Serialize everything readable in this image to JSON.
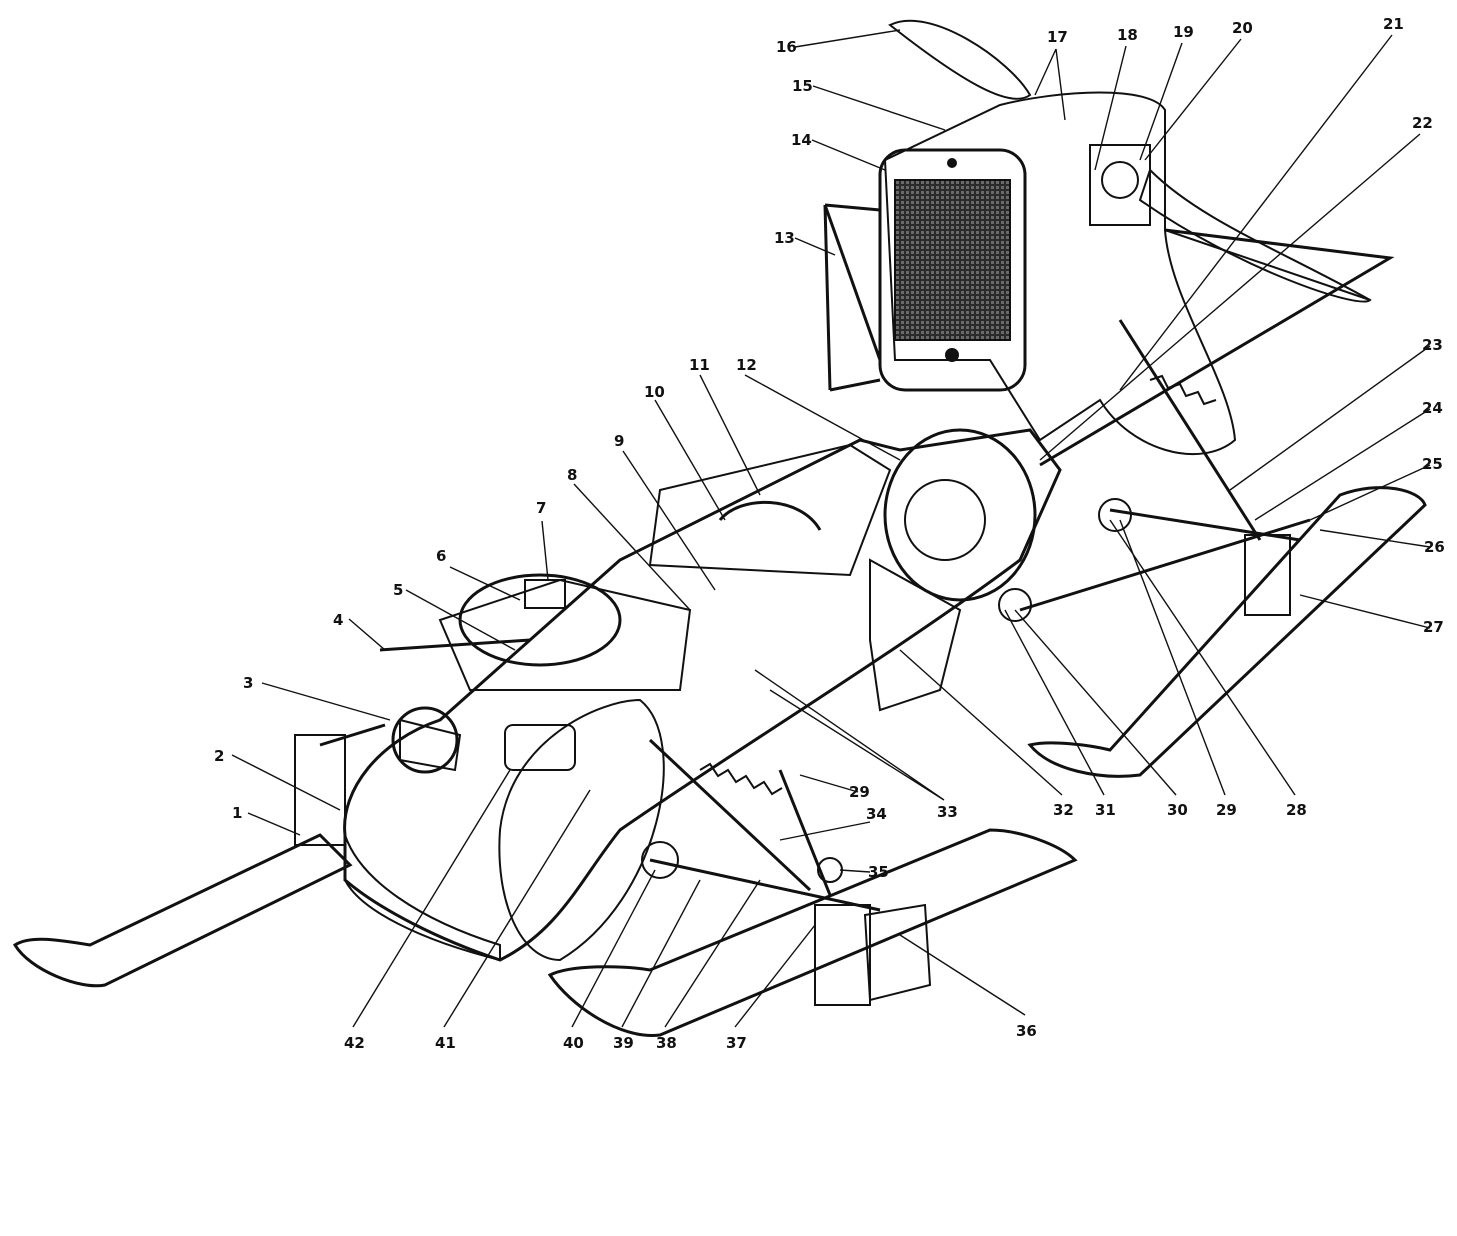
{
  "labels": [
    {
      "id": "1",
      "text": "1"
    },
    {
      "id": "2",
      "text": "2"
    },
    {
      "id": "3",
      "text": "3"
    },
    {
      "id": "4",
      "text": "4"
    },
    {
      "id": "5",
      "text": "5"
    },
    {
      "id": "6",
      "text": "6"
    },
    {
      "id": "7",
      "text": "7"
    },
    {
      "id": "8",
      "text": "8"
    },
    {
      "id": "9",
      "text": "9"
    },
    {
      "id": "10",
      "text": "10"
    },
    {
      "id": "11",
      "text": "11"
    },
    {
      "id": "12",
      "text": "12"
    },
    {
      "id": "13",
      "text": "13"
    },
    {
      "id": "14",
      "text": "14"
    },
    {
      "id": "15",
      "text": "15"
    },
    {
      "id": "16",
      "text": "16"
    },
    {
      "id": "17",
      "text": "17"
    },
    {
      "id": "18",
      "text": "18"
    },
    {
      "id": "19",
      "text": "19"
    },
    {
      "id": "20",
      "text": "20"
    },
    {
      "id": "21",
      "text": "21"
    },
    {
      "id": "22",
      "text": "22"
    },
    {
      "id": "23",
      "text": "23"
    },
    {
      "id": "24",
      "text": "24"
    },
    {
      "id": "25",
      "text": "25"
    },
    {
      "id": "26",
      "text": "26"
    },
    {
      "id": "27",
      "text": "27"
    },
    {
      "id": "28",
      "text": "28"
    },
    {
      "id": "29a",
      "text": "29"
    },
    {
      "id": "29b",
      "text": "29"
    },
    {
      "id": "30",
      "text": "30"
    },
    {
      "id": "31",
      "text": "31"
    },
    {
      "id": "32",
      "text": "32"
    },
    {
      "id": "33",
      "text": "33"
    },
    {
      "id": "34",
      "text": "34"
    },
    {
      "id": "35",
      "text": "35"
    },
    {
      "id": "36",
      "text": "36"
    },
    {
      "id": "37",
      "text": "37"
    },
    {
      "id": "38",
      "text": "38"
    },
    {
      "id": "39",
      "text": "39"
    },
    {
      "id": "40",
      "text": "40"
    },
    {
      "id": "41",
      "text": "41"
    },
    {
      "id": "42",
      "text": "42"
    }
  ],
  "colors": {
    "ink": "#111111",
    "hatch": "#555555",
    "paper": "#ffffff",
    "radiator": "#2a2a2a"
  }
}
